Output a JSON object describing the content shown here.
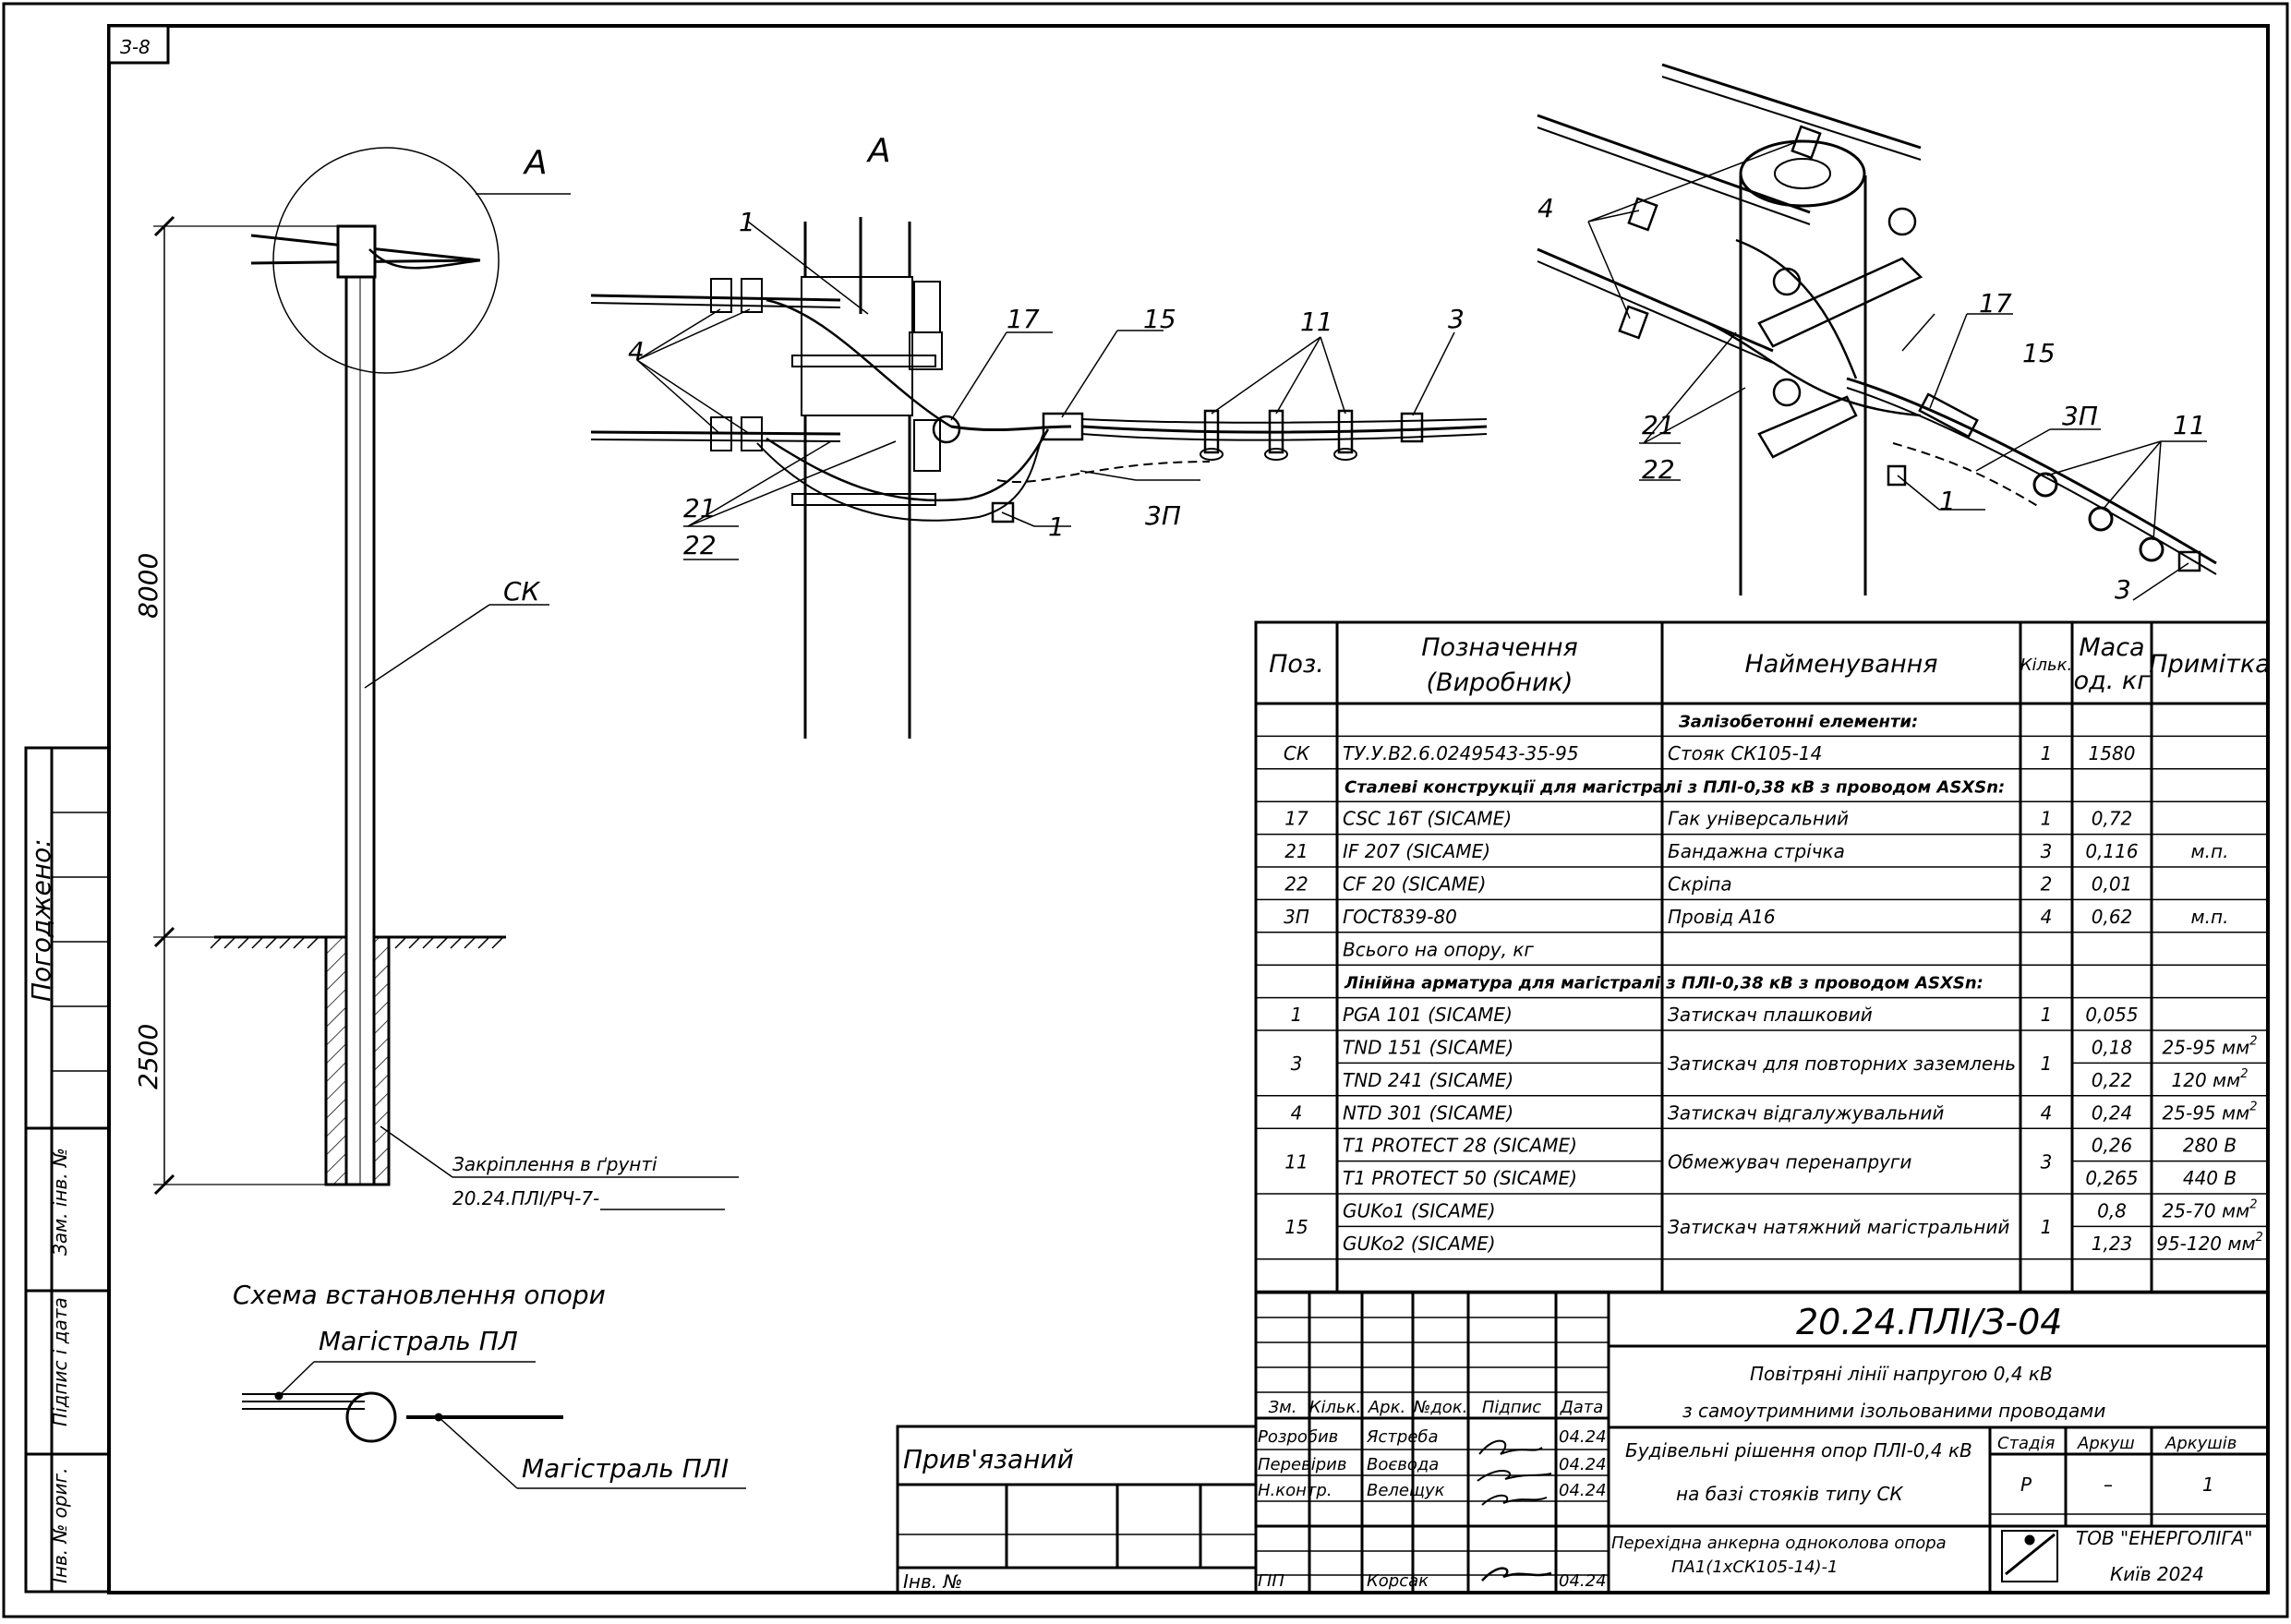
{
  "sheet_no": "З-8",
  "view_labels": {
    "section_a_left": "А",
    "section_a_detail": "А"
  },
  "pole_drawing": {
    "dim_above": "8000",
    "dim_below": "2500",
    "pole_label": "СК",
    "fixing_label": "Закріплення в ґрунті",
    "fixing_ref": "20.24.ПЛІ/РЧ-7-"
  },
  "callouts": {
    "c1": "1",
    "c3": "3",
    "c4": "4",
    "c11": "11",
    "c15": "15",
    "c17": "17",
    "c21": "21",
    "c22": "22",
    "c3p": "3П"
  },
  "scheme": {
    "title": "Схема встановлення опори",
    "line_top": "Магістраль ПЛ",
    "line_bottom": "Магістраль ПЛІ"
  },
  "side_stamp": {
    "agreed": "Погоджено:",
    "replace_inv": "Зам. інв. №",
    "sign_date": "Підпис і дата",
    "inv_orig": "Інв. № ориг."
  },
  "spec": {
    "headers": {
      "pos": "Поз.",
      "designation_1": "Позначення",
      "designation_2": "(Виробник)",
      "name": "Найменування",
      "qty": "Кільк.",
      "mass_1": "Маса",
      "mass_2": "од. кг",
      "note": "Примітка"
    },
    "rows": [
      {
        "type": "section",
        "text": "Залізобетонні елементи:"
      },
      {
        "type": "item",
        "pos": "СК",
        "des": "ТУ.У.В2.6.0249543-35-95",
        "name": "Стояк СК105-14",
        "qty": "1",
        "mass": "1580",
        "note": ""
      },
      {
        "type": "section",
        "text": "Сталеві конструкції для магістралі з ПЛІ-0,38 кВ з проводом ASXSn:"
      },
      {
        "type": "item",
        "pos": "17",
        "des": "CSC 16T  (SICAME)",
        "name": "Гак універсальний",
        "qty": "1",
        "mass": "0,72",
        "note": ""
      },
      {
        "type": "item",
        "pos": "21",
        "des": "IF 207  (SICAME)",
        "name": "Бандажна стрічка",
        "qty": "3",
        "mass": "0,116",
        "note": "м.п."
      },
      {
        "type": "item",
        "pos": "22",
        "des": "CF 20  (SICAME)",
        "name": "Скріпа",
        "qty": "2",
        "mass": "0,01",
        "note": ""
      },
      {
        "type": "item",
        "pos": "3П",
        "des": "ГОСТ839-80",
        "name": "Провід А16",
        "qty": "4",
        "mass": "0,62",
        "note": "м.п."
      },
      {
        "type": "item",
        "pos": "",
        "des": "Всього на опору, кг",
        "name": "",
        "qty": "",
        "mass": "",
        "note": ""
      },
      {
        "type": "section",
        "text": "Лінійна арматура для магістралі з ПЛІ-0,38 кВ з проводом ASXSn:"
      },
      {
        "type": "item",
        "pos": "1",
        "des": "PGA 101  (SICAME)",
        "name": "Затискач плашковий",
        "qty": "1",
        "mass": "0,055",
        "note": ""
      },
      {
        "type": "item",
        "pos": "3",
        "des": "TND 151  (SICAME)",
        "name": "Затискач для повторних заземлень",
        "qty": "1",
        "mass": "0,18",
        "note": "25-95 мм",
        "sup": "2"
      },
      {
        "type": "cont",
        "des": "TND 241  (SICAME)",
        "mass": "0,22",
        "note": "120 мм",
        "sup": "2"
      },
      {
        "type": "item",
        "pos": "4",
        "des": "NTD 301  (SICAME)",
        "name": "Затискач відгалужувальний",
        "qty": "4",
        "mass": "0,24",
        "note": "25-95 мм",
        "sup": "2"
      },
      {
        "type": "item",
        "pos": "11",
        "des": "T1 PROTECT 28  (SICAME)",
        "name": "Обмежувач перенапруги",
        "qty": "3",
        "mass": "0,26",
        "note": "280 В"
      },
      {
        "type": "cont",
        "des": "T1 PROTECT 50  (SICAME)",
        "mass": "0,265",
        "note": "440 В"
      },
      {
        "type": "item",
        "pos": "15",
        "des": "GUKo1  (SICAME)",
        "name": "Затискач натяжний магістральний",
        "qty": "1",
        "mass": "0,8",
        "note": "25-70 мм",
        "sup": "2"
      },
      {
        "type": "cont",
        "des": "GUKo2  (SICAME)",
        "mass": "1,23",
        "note": "95-120 мм",
        "sup": "2"
      }
    ]
  },
  "title_block": {
    "doc_code": "20.24.ПЛІ/З-04",
    "project_1": "Повітряні лінії напругою 0,4 кВ",
    "project_2": "з самоутримними ізольованими проводами",
    "part_1": "Будівельні рішення опор ПЛІ-0,4 кВ",
    "part_2": "на базі стояків типу СК",
    "sheet_1": "Перехідна анкерна одноколова опора",
    "sheet_2": "ПА1(1хСК105-14)-1",
    "col_headers": [
      "Зм.",
      "Кільк.",
      "Арк.",
      "№док.",
      "Підпис",
      "Дата"
    ],
    "stage_lbl": "Стадія",
    "stage": "Р",
    "sheet_lbl": "Аркуш",
    "sheet": "–",
    "sheets_lbl": "Аркушів",
    "sheets": "1",
    "company": "ТОВ \"ЕНЕРГОЛІГА\"",
    "city_year": "Київ 2024",
    "signers": [
      {
        "role": "Розробив",
        "name": "Ястреба",
        "date": "04.24"
      },
      {
        "role": "Перевірив",
        "name": "Воєвода",
        "date": "04.24"
      },
      {
        "role": "Н.контр.",
        "name": "Велещук",
        "date": "04.24"
      },
      {
        "role": "ГІП",
        "name": "Корсак",
        "date": "04.24"
      }
    ],
    "linked": "Прив'язаний",
    "inv": "Інв. №"
  }
}
